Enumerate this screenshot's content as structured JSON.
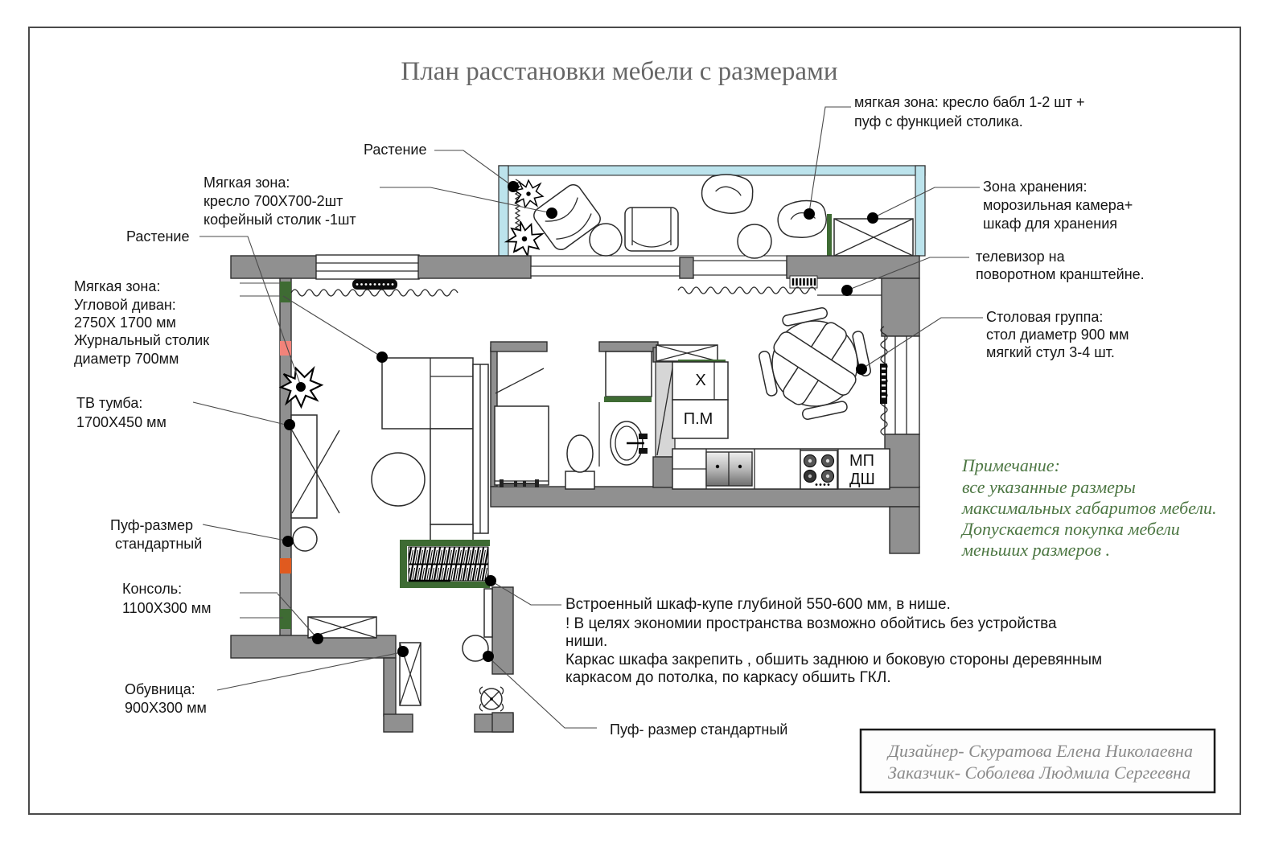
{
  "title": "План расстановки мебели  с размерами",
  "annotations": {
    "bubble_zone": {
      "lines": [
        "мягкая зона: кресло бабл 1-2 шт +",
        "пуф с функцией столика."
      ]
    },
    "plant_top": {
      "label": "Растение"
    },
    "soft_zone_chairs": {
      "lines": [
        "Мягкая зона:",
        "кресло 700X700-2шт",
        "кофейный столик -1шт"
      ]
    },
    "plant_left": {
      "label": "Растение"
    },
    "storage_zone": {
      "lines": [
        "Зона хранения:",
        "морозильная камера+",
        "шкаф для хранения"
      ]
    },
    "tv_bracket": {
      "lines": [
        "телевизор на",
        "поворотном кранштейне."
      ]
    },
    "dining_group": {
      "lines": [
        "Столовая группа:",
        "стол диаметр 900 мм",
        "мягкий стул 3-4 шт."
      ]
    },
    "soft_zone_sofa": {
      "lines": [
        "Мягкая зона:",
        "Угловой диван:",
        "2750X 1700 мм",
        "Журнальный столик",
        "диаметр 700мм"
      ]
    },
    "tv_stand": {
      "lines": [
        "ТВ тумба:",
        "1700X450 мм"
      ]
    },
    "pouf_left": {
      "lines": [
        "Пуф-размер",
        "стандартный"
      ]
    },
    "console": {
      "lines": [
        "Консоль:",
        "1100X300 мм"
      ]
    },
    "shoe_cabinet": {
      "lines": [
        "Обувница:",
        "900X300 мм"
      ]
    },
    "wardrobe_note": {
      "lines": [
        "Встроенный шкаф-купе глубиной 550-600 мм, в нише.",
        "! В целях экономии пространства возможно обойтись без устройства",
        "ниши.",
        "Каркас шкафа закрепить , обшить заднюю и боковую стороны деревянным",
        "каркасом до потолка, по каркасу обшить ГКЛ."
      ]
    },
    "pouf_bottom": {
      "label": "Пуф- размер стандартный"
    },
    "note": {
      "lines": [
        "Примечание:",
        "все указанные  размеры",
        "максимальных габаритов мебели.",
        "Допускается покупка мебели",
        " меньших размеров ."
      ]
    },
    "credits": {
      "lines": [
        "Дизайнер- Скуратова Елена Николаевна",
        "Заказчик- Соболева Людмила Сергеевна"
      ]
    }
  },
  "plan_labels": {
    "x_mark": "X",
    "pm": "П.М",
    "mp": "МП",
    "dsh": "ДШ"
  },
  "colors": {
    "wall_gray": "#909090",
    "balcony_blue": "#bce3ec",
    "accent_green": "#3e6b33",
    "marker_red": "#f2837a",
    "marker_orange": "#e05a1f",
    "note_green": "#4d7743",
    "credits_gray": "#8a8a8a",
    "title_gray": "#666666"
  }
}
